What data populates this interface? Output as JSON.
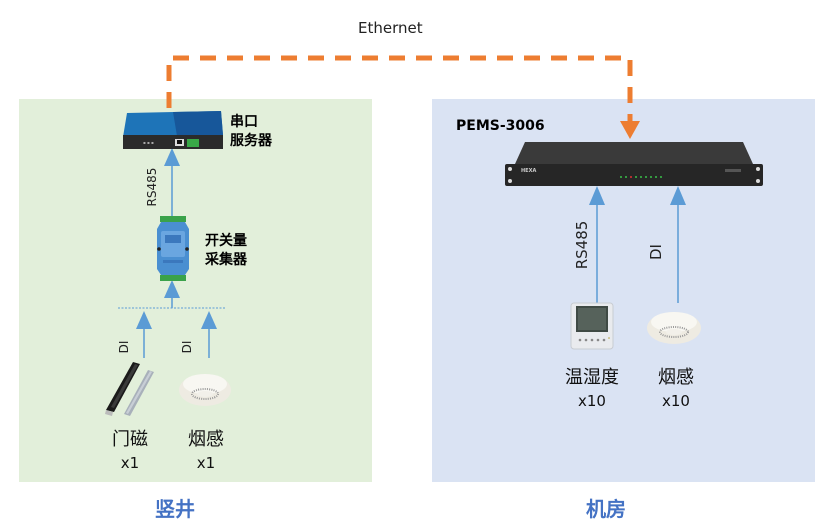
{
  "ethernet_label": "Ethernet",
  "zones": {
    "left": {
      "title": "竖井",
      "serial_server": {
        "line1": "串口",
        "line2": "服务器"
      },
      "collector": {
        "line1": "开关量",
        "line2": "采集器"
      },
      "link_rs485": "RS485",
      "sensors": [
        {
          "name": "门磁",
          "count": "x1",
          "link": "DI"
        },
        {
          "name": "烟感",
          "count": "x1",
          "link": "DI"
        }
      ]
    },
    "right": {
      "title": "机房",
      "host": "PEMS-3006",
      "host_brand": "HEXA",
      "sensors": [
        {
          "name": "温湿度",
          "count": "x10",
          "link": "RS485"
        },
        {
          "name": "烟感",
          "count": "x10",
          "link": "DI"
        }
      ]
    }
  },
  "colors": {
    "left_panel": "#e2efda",
    "right_panel": "#dae3f3",
    "ethernet_line": "#ed7d31",
    "signal_arrow": "#5b9bd5",
    "zone_title": "#4472c4"
  }
}
